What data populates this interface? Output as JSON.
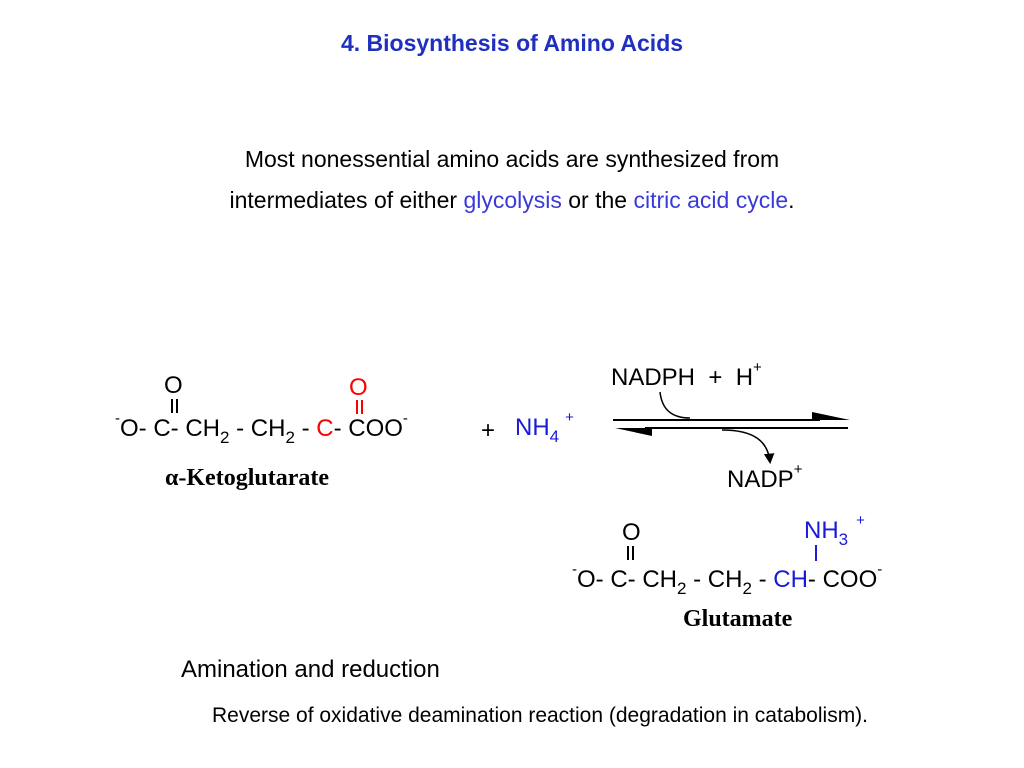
{
  "title": "4. Biosynthesis of Amino Acids",
  "intro": {
    "line1": "Most nonessential amino acids are synthesized from",
    "line2_prefix": "intermediates of either ",
    "line2_link1": "glycolysis",
    "line2_middle": " or the ",
    "line2_link2": "citric acid cycle",
    "line2_suffix": "."
  },
  "reaction": {
    "substrate": {
      "formula_parts": [
        "-",
        "O- C- CH",
        "2",
        " - CH",
        "2",
        " - ",
        "C",
        "- COO",
        "-"
      ],
      "carbonyl_o_left": "O",
      "carbonyl_o_right": "O",
      "name": "α-Ketoglutarate"
    },
    "plus_sign": "+",
    "ammonium": {
      "text": "NH",
      "sub": "4",
      "sup": "+"
    },
    "cofactor_in": {
      "text": "NADPH  +  H",
      "sup": "+"
    },
    "cofactor_out": {
      "text": "NADP",
      "sup": "+"
    },
    "product": {
      "formula_parts": [
        "-",
        "O- C- CH",
        "2",
        " - CH",
        "2",
        " - ",
        "CH",
        "- COO",
        "-"
      ],
      "carbonyl_o": "O",
      "amino_group": "NH",
      "amino_sub": "3",
      "amino_sup": "+",
      "name": "Glutamate"
    }
  },
  "captions": {
    "amination": "Amination and reduction",
    "reverse": "Reverse of oxidative deamination reaction (degradation in catabolism)."
  },
  "colors": {
    "title": "#1f2fbf",
    "link": "#3a3ad9",
    "highlight_red": "#ff0000",
    "highlight_blue": "#1a1ad9"
  }
}
